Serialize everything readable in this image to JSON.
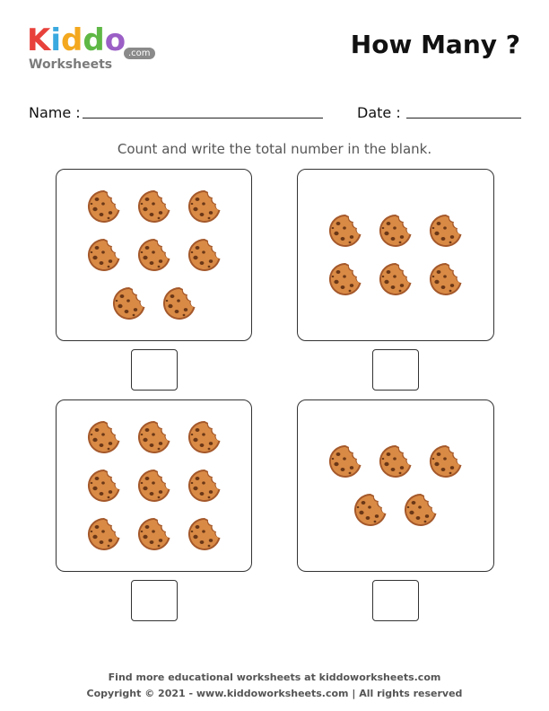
{
  "header": {
    "logo_letters": [
      "K",
      "i",
      "d",
      "d",
      "o"
    ],
    "logo_colors": [
      "#e8413b",
      "#3aa9df",
      "#f3a81f",
      "#5fb846",
      "#9b5fc6"
    ],
    "logo_sub": "Worksheets",
    "logo_com": ".com",
    "title": "How Many ?"
  },
  "form": {
    "name_label": "Name :",
    "date_label": "Date :"
  },
  "instruction": "Count and write the total number in the blank.",
  "panels": [
    {
      "label": "panel-top-left",
      "cookie_count": 8,
      "rows": [
        3,
        3,
        2
      ]
    },
    {
      "label": "panel-top-right",
      "cookie_count": 6,
      "rows": [
        3,
        3
      ]
    },
    {
      "label": "panel-bottom-left",
      "cookie_count": 9,
      "rows": [
        3,
        3,
        3
      ]
    },
    {
      "label": "panel-bottom-right",
      "cookie_count": 5,
      "rows": [
        3,
        2
      ]
    }
  ],
  "icons": {
    "cookie": "chocolate-chip-cookie-icon"
  },
  "colors": {
    "cookie": "#d98a45",
    "cookie_dark": "#a4582a",
    "chip": "#6a3717"
  },
  "footer": {
    "line1": "Find more educational worksheets at kiddoworksheets.com",
    "line2": "Copyright © 2021 - www.kiddoworksheets.com  |  All rights reserved"
  }
}
